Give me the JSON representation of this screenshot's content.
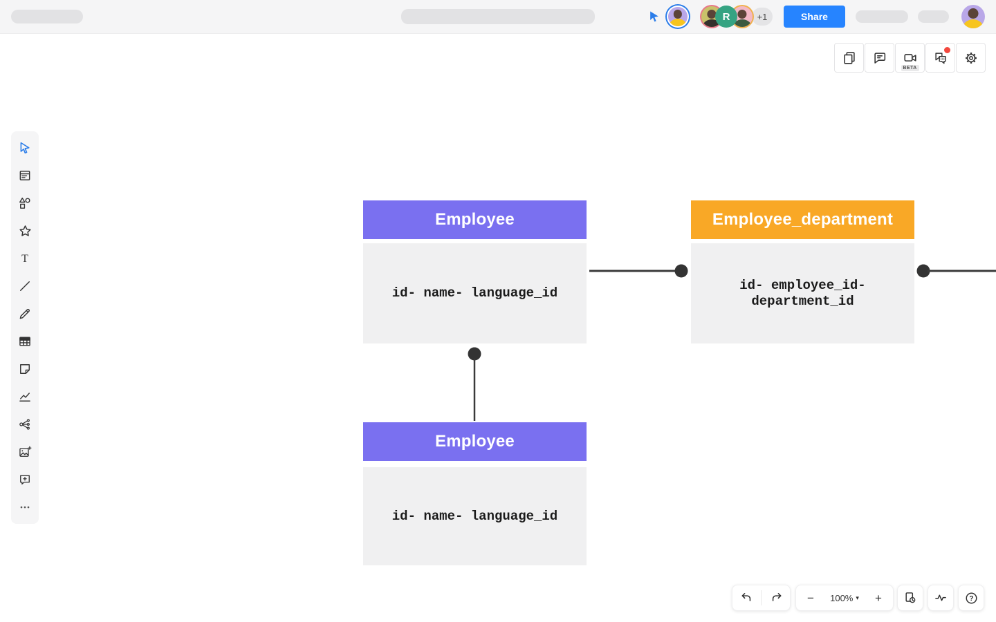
{
  "app": {
    "accent_blue": "#2684ff",
    "line_color": "#3a3a3a"
  },
  "topbar": {
    "share_button_label": "Share",
    "overflow_count": "+1",
    "collaborator_r_initial": "R"
  },
  "canvas_toolbar": {
    "beta_badge": "BETA",
    "buttons": [
      "pages",
      "comment",
      "video-call",
      "chat",
      "settings"
    ]
  },
  "sidebar": {
    "text_tool_glyph": "T",
    "tools": [
      "select",
      "script",
      "shapes",
      "star",
      "text",
      "line",
      "draw",
      "table",
      "sticky-note",
      "chart",
      "mindmap",
      "image-add",
      "comment-add",
      "more"
    ]
  },
  "diagram": {
    "tables": [
      {
        "name": "Employee",
        "header_color": "#7a70f0",
        "body_color": "#f0f0f1",
        "fields_text": "id- name- language_id"
      },
      {
        "name": "Employee_department",
        "header_color": "#f9a826",
        "body_color": "#f0f0f1",
        "fields_line1": "id- employee_id-",
        "fields_line2": "department_id"
      },
      {
        "name": "Employee",
        "header_color": "#7a70f0",
        "body_color": "#f0f0f1",
        "fields_text": "id- name- language_id"
      }
    ]
  },
  "bottom_toolbar": {
    "zoom_out_glyph": "−",
    "zoom_value": "100%",
    "zoom_caret": "▾",
    "zoom_in_glyph": "+",
    "help_glyph": "?"
  }
}
